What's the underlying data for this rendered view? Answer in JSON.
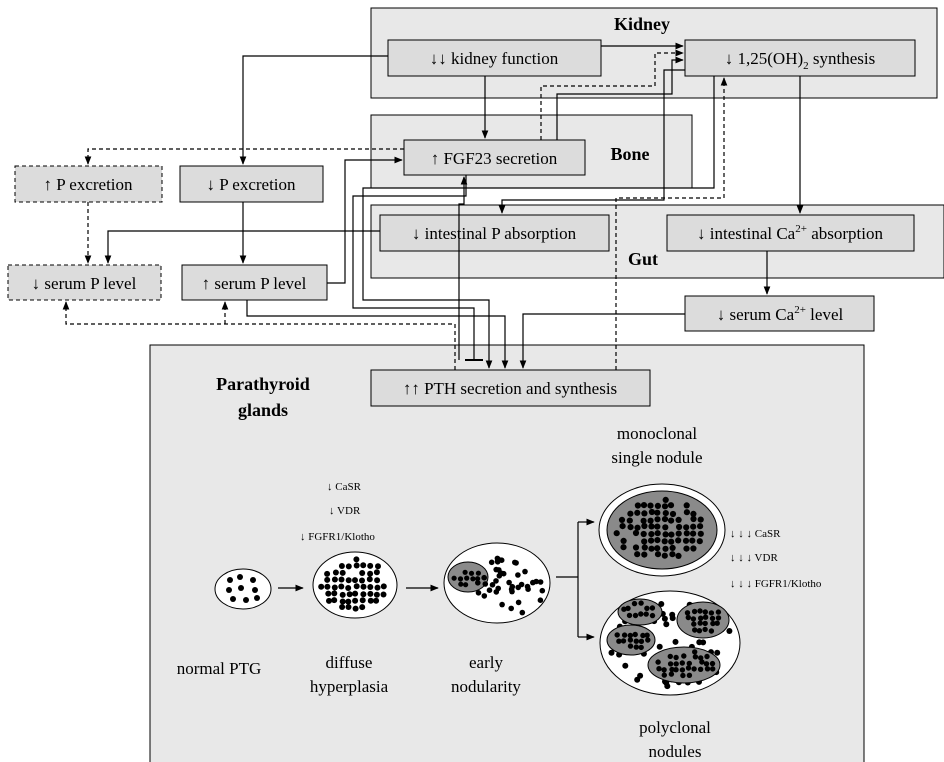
{
  "regions": {
    "kidney": "Kidney",
    "bone": "Bone",
    "gut": "Gut",
    "parathyroid_line1": "Parathyroid",
    "parathyroid_line2": "glands"
  },
  "nodes": {
    "kidney_function": "↓↓ kidney function",
    "synthesis_pre": "↓ 1,25(OH)",
    "synthesis_sub": "2",
    "synthesis_post": " synthesis",
    "fgf23": "↑ FGF23 secretion",
    "p_excretion_up": "↑ P excretion",
    "p_excretion_down": "↓ P excretion",
    "intestinal_p": "↓ intestinal P absorption",
    "intestinal_ca_pre": "↓ intestinal Ca",
    "intestinal_ca_sup": "2+",
    "intestinal_ca_post": " absorption",
    "serum_p_down": "↓ serum P level",
    "serum_p_up": "↑ serum P level",
    "serum_ca_pre": "↓ serum Ca",
    "serum_ca_sup": "2+",
    "serum_ca_post": " level",
    "pth": "↑↑ PTH secretion and synthesis"
  },
  "stages": {
    "normal": "normal PTG",
    "diffuse_line1": "diffuse",
    "diffuse_line2": "hyperplasia",
    "early_line1": "early",
    "early_line2": "nodularity",
    "mono_line1": "monoclonal",
    "mono_line2": "single nodule",
    "poly_line1": "polyclonal",
    "poly_line2": "nodules"
  },
  "markers_mid": [
    "↓ CaSR",
    "↓ VDR",
    "↓ FGFR1/Klotho"
  ],
  "markers_late": [
    "↓ ↓ ↓ CaSR",
    "↓ ↓ ↓ VDR",
    "↓ ↓ ↓ FGFR1/Klotho"
  ],
  "colors": {
    "region_fill": "#e8e8e8",
    "node_fill": "#dcdcdc",
    "nodule_fill": "#8a8a8a",
    "stroke": "#000000"
  }
}
